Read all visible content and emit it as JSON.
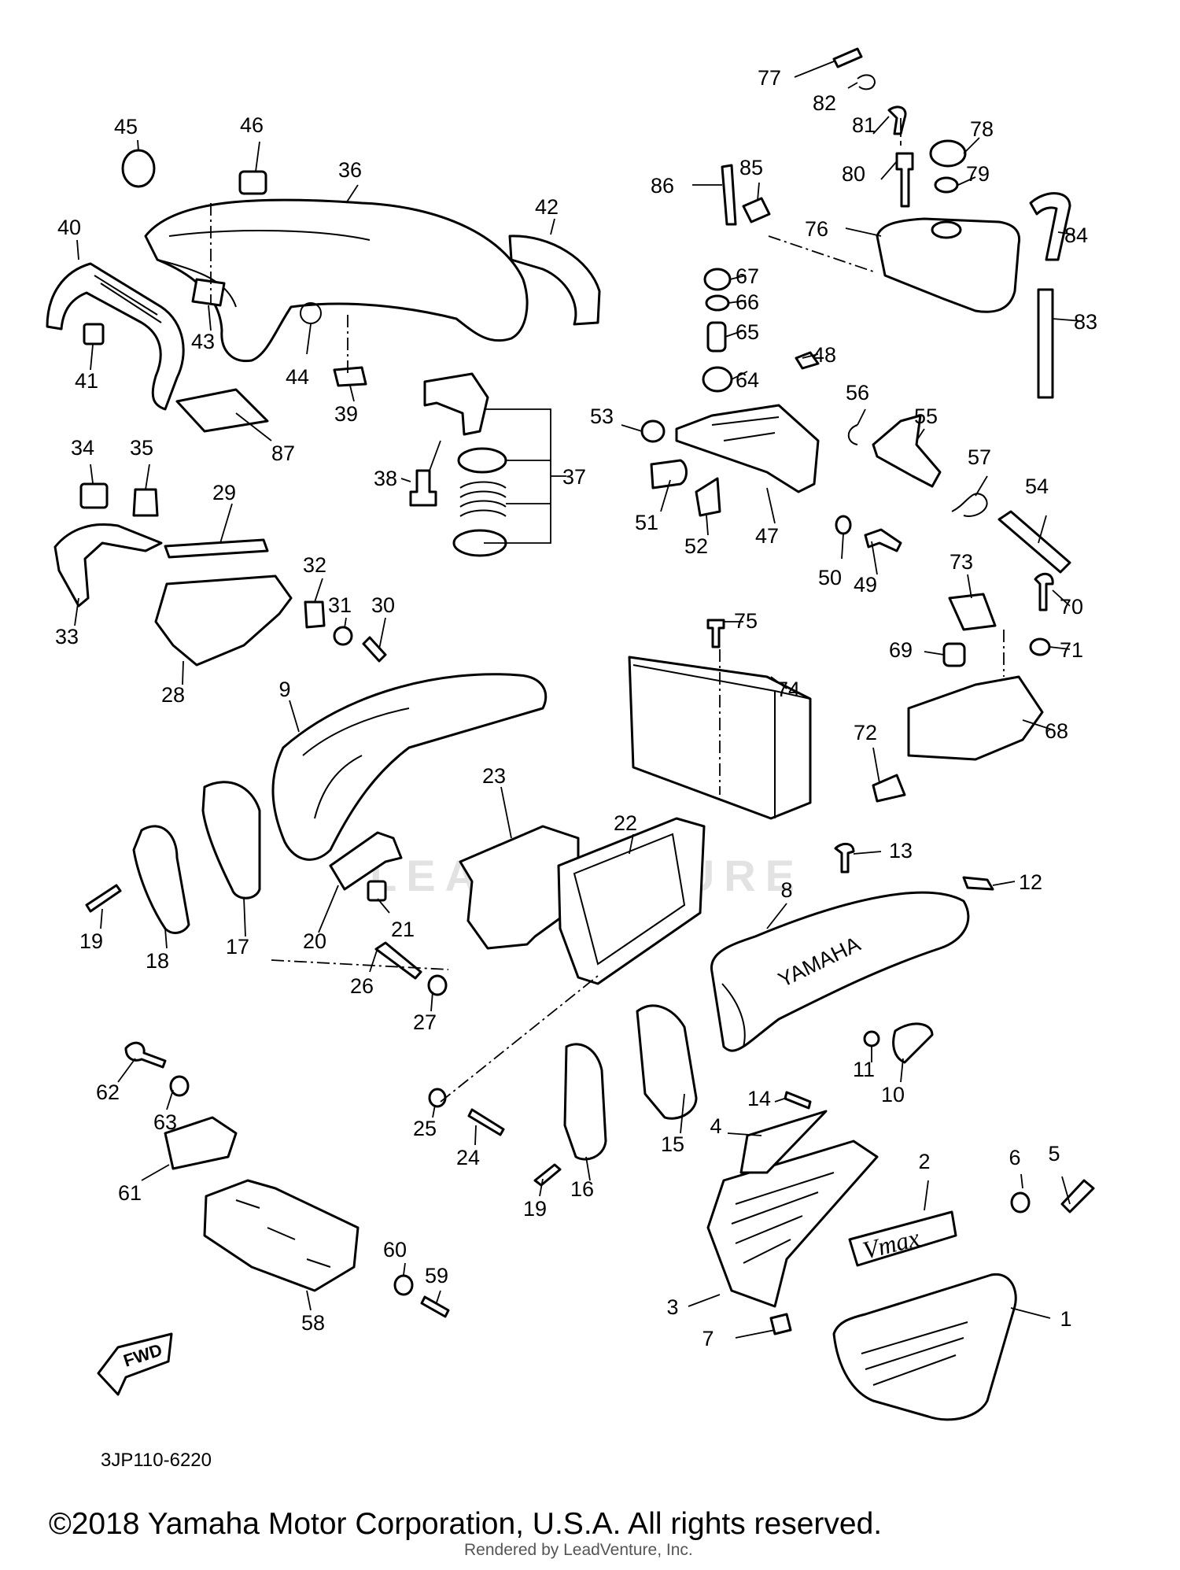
{
  "watermark": "LEADVENTURE",
  "drawing_code": "3JP110-6220",
  "fwd_label": "FWD",
  "emblem_text": "Vmax",
  "cover_text": "YAMAHA",
  "copyright": "©2018 Yamaha Motor Corporation, U.S.A. All rights reserved.",
  "rendered_by": "Rendered by LeadVenture, Inc.",
  "callouts": [
    {
      "n": "1"
    },
    {
      "n": "2"
    },
    {
      "n": "3"
    },
    {
      "n": "4"
    },
    {
      "n": "5"
    },
    {
      "n": "6"
    },
    {
      "n": "7"
    },
    {
      "n": "8"
    },
    {
      "n": "9"
    },
    {
      "n": "10"
    },
    {
      "n": "11"
    },
    {
      "n": "12"
    },
    {
      "n": "13"
    },
    {
      "n": "14"
    },
    {
      "n": "15"
    },
    {
      "n": "16"
    },
    {
      "n": "17"
    },
    {
      "n": "18"
    },
    {
      "n": "19"
    },
    {
      "n": "19"
    },
    {
      "n": "20"
    },
    {
      "n": "21"
    },
    {
      "n": "22"
    },
    {
      "n": "23"
    },
    {
      "n": "24"
    },
    {
      "n": "25"
    },
    {
      "n": "26"
    },
    {
      "n": "27"
    },
    {
      "n": "28"
    },
    {
      "n": "29"
    },
    {
      "n": "30"
    },
    {
      "n": "31"
    },
    {
      "n": "32"
    },
    {
      "n": "33"
    },
    {
      "n": "34"
    },
    {
      "n": "35"
    },
    {
      "n": "36"
    },
    {
      "n": "37"
    },
    {
      "n": "38"
    },
    {
      "n": "39"
    },
    {
      "n": "40"
    },
    {
      "n": "41"
    },
    {
      "n": "42"
    },
    {
      "n": "43"
    },
    {
      "n": "44"
    },
    {
      "n": "45"
    },
    {
      "n": "46"
    },
    {
      "n": "47"
    },
    {
      "n": "48"
    },
    {
      "n": "49"
    },
    {
      "n": "50"
    },
    {
      "n": "51"
    },
    {
      "n": "52"
    },
    {
      "n": "53"
    },
    {
      "n": "54"
    },
    {
      "n": "55"
    },
    {
      "n": "56"
    },
    {
      "n": "57"
    },
    {
      "n": "58"
    },
    {
      "n": "59"
    },
    {
      "n": "60"
    },
    {
      "n": "61"
    },
    {
      "n": "62"
    },
    {
      "n": "63"
    },
    {
      "n": "64"
    },
    {
      "n": "65"
    },
    {
      "n": "66"
    },
    {
      "n": "67"
    },
    {
      "n": "68"
    },
    {
      "n": "69"
    },
    {
      "n": "70"
    },
    {
      "n": "71"
    },
    {
      "n": "72"
    },
    {
      "n": "73"
    },
    {
      "n": "74"
    },
    {
      "n": "75"
    },
    {
      "n": "76"
    },
    {
      "n": "77"
    },
    {
      "n": "78"
    },
    {
      "n": "79"
    },
    {
      "n": "80"
    },
    {
      "n": "81"
    },
    {
      "n": "82"
    },
    {
      "n": "83"
    },
    {
      "n": "84"
    },
    {
      "n": "85"
    },
    {
      "n": "86"
    },
    {
      "n": "87"
    }
  ]
}
